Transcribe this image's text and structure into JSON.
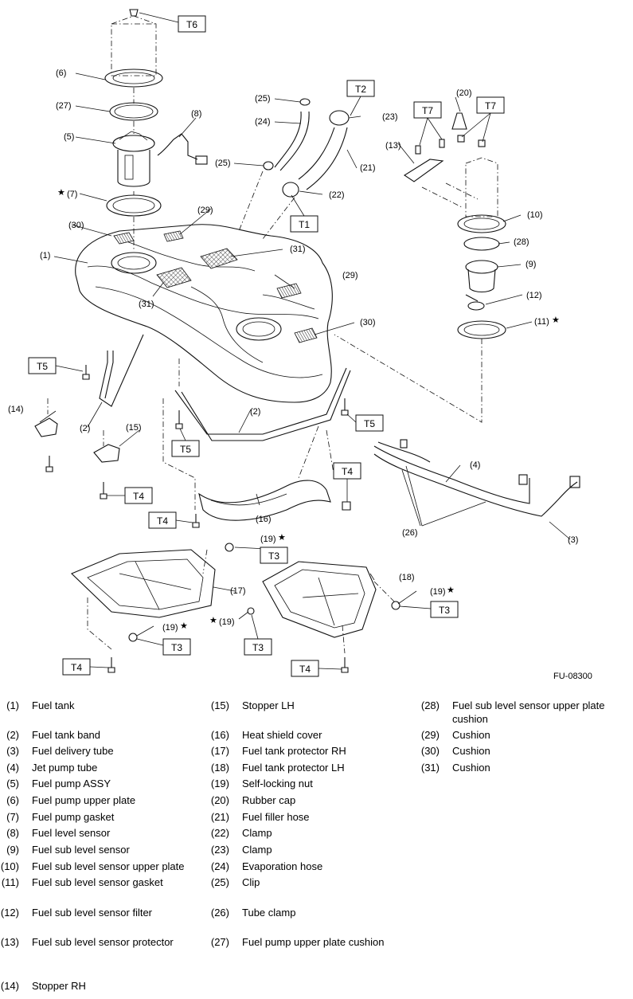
{
  "figure_code": "FU-08300",
  "callouts": {
    "c1": "(1)",
    "c2a": "(2)",
    "c2b": "(2)",
    "c3": "(3)",
    "c4": "(4)",
    "c5": "(5)",
    "c6": "(6)",
    "c7": "(7)",
    "c8": "(8)",
    "c9": "(9)",
    "c10": "(10)",
    "c11": "(11)",
    "c12": "(12)",
    "c13": "(13)",
    "c14": "(14)",
    "c15": "(15)",
    "c16": "(16)",
    "c17": "(17)",
    "c18": "(18)",
    "c19a": "(19)",
    "c19b": "(19)",
    "c19c": "(19)",
    "c19d": "(19)",
    "c20": "(20)",
    "c21": "(21)",
    "c22": "(22)",
    "c23": "(23)",
    "c24": "(24)",
    "c25a": "(25)",
    "c25b": "(25)",
    "c26": "(26)",
    "c27": "(27)",
    "c28": "(28)",
    "c29a": "(29)",
    "c29b": "(29)",
    "c30a": "(30)",
    "c30b": "(30)",
    "c31a": "(31)",
    "c31b": "(31)"
  },
  "star": "★",
  "torque_tags": {
    "t6": "T6",
    "t2": "T2",
    "t7a": "T7",
    "t7b": "T7",
    "t1": "T1",
    "t5a": "T5",
    "t5b": "T5",
    "t5c": "T5",
    "t4a": "T4",
    "t4b": "T4",
    "t4c": "T4",
    "t4d": "T4",
    "t4e": "T4",
    "t3a": "T3",
    "t3b": "T3",
    "t3c": "T3",
    "t3d": "T3"
  },
  "legend": {
    "col1": [
      {
        "num": "(1)",
        "name": "Fuel tank"
      },
      {
        "num": "(2)",
        "name": "Fuel tank band"
      },
      {
        "num": "(3)",
        "name": "Fuel delivery tube"
      },
      {
        "num": "(4)",
        "name": "Jet pump tube"
      },
      {
        "num": "(5)",
        "name": "Fuel pump ASSY"
      },
      {
        "num": "(6)",
        "name": "Fuel pump upper plate"
      },
      {
        "num": "(7)",
        "name": "Fuel pump gasket"
      },
      {
        "num": "(8)",
        "name": "Fuel level sensor"
      },
      {
        "num": "(9)",
        "name": "Fuel sub level sensor"
      },
      {
        "num": "(10)",
        "name": "Fuel sub level sensor upper plate"
      },
      {
        "num": "(11)",
        "name": "Fuel sub level sensor gasket"
      },
      {
        "num": "(12)",
        "name": "Fuel sub level sensor filter"
      },
      {
        "num": "(13)",
        "name": "Fuel sub level sensor protector"
      },
      {
        "num": "(14)",
        "name": "Stopper RH"
      }
    ],
    "col2": [
      {
        "num": "(15)",
        "name": "Stopper LH"
      },
      {
        "num": "(16)",
        "name": "Heat shield cover"
      },
      {
        "num": "(17)",
        "name": "Fuel tank protector RH"
      },
      {
        "num": "(18)",
        "name": "Fuel tank protector LH"
      },
      {
        "num": "(19)",
        "name": "Self-locking nut"
      },
      {
        "num": "(20)",
        "name": "Rubber cap"
      },
      {
        "num": "(21)",
        "name": "Fuel filler hose"
      },
      {
        "num": "(22)",
        "name": "Clamp"
      },
      {
        "num": "(23)",
        "name": "Clamp"
      },
      {
        "num": "(24)",
        "name": "Evaporation hose"
      },
      {
        "num": "(25)",
        "name": "Clip"
      },
      {
        "num": "(26)",
        "name": "Tube clamp"
      },
      {
        "num": "(27)",
        "name": "Fuel pump upper plate cushion"
      }
    ],
    "col3": [
      {
        "num": "(28)",
        "name": "Fuel sub level sensor upper plate",
        "name2": "cushion"
      },
      {
        "num": "(29)",
        "name": "Cushion"
      },
      {
        "num": "(30)",
        "name": "Cushion"
      },
      {
        "num": "(31)",
        "name": "Cushion"
      }
    ]
  }
}
